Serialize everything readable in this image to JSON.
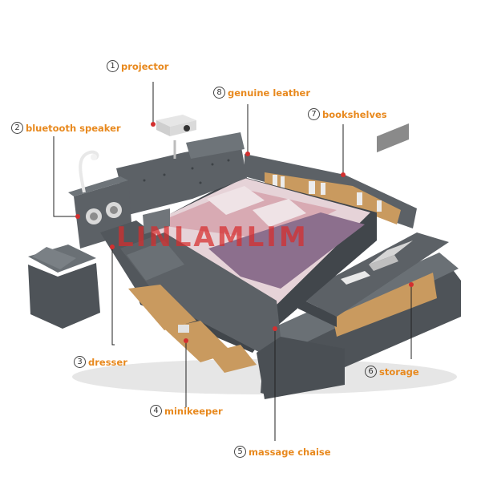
{
  "image": {
    "subject": "multifunction leather bed",
    "watermark": "LINLAMLIM"
  },
  "features": [
    {
      "num": "1",
      "label": "projector"
    },
    {
      "num": "2",
      "label": "bluetooth speaker"
    },
    {
      "num": "3",
      "label": "dresser"
    },
    {
      "num": "4",
      "label": "minikeeper"
    },
    {
      "num": "5",
      "label": "massage chaise"
    },
    {
      "num": "6",
      "label": "storage"
    },
    {
      "num": "7",
      "label": "bookshelves"
    },
    {
      "num": "8",
      "label": "genuine leather"
    }
  ],
  "colors": {
    "label_text": "#e8891e",
    "leather": "#5c6166",
    "leather_dark": "#41464b",
    "bedding_pink": "#d8aab3",
    "bedding_purple": "#8c6f8d",
    "wood": "#c99a5f",
    "leader_line": "#222222"
  },
  "icons": [
    "projector-icon",
    "speaker-icon",
    "laptop-icon"
  ]
}
